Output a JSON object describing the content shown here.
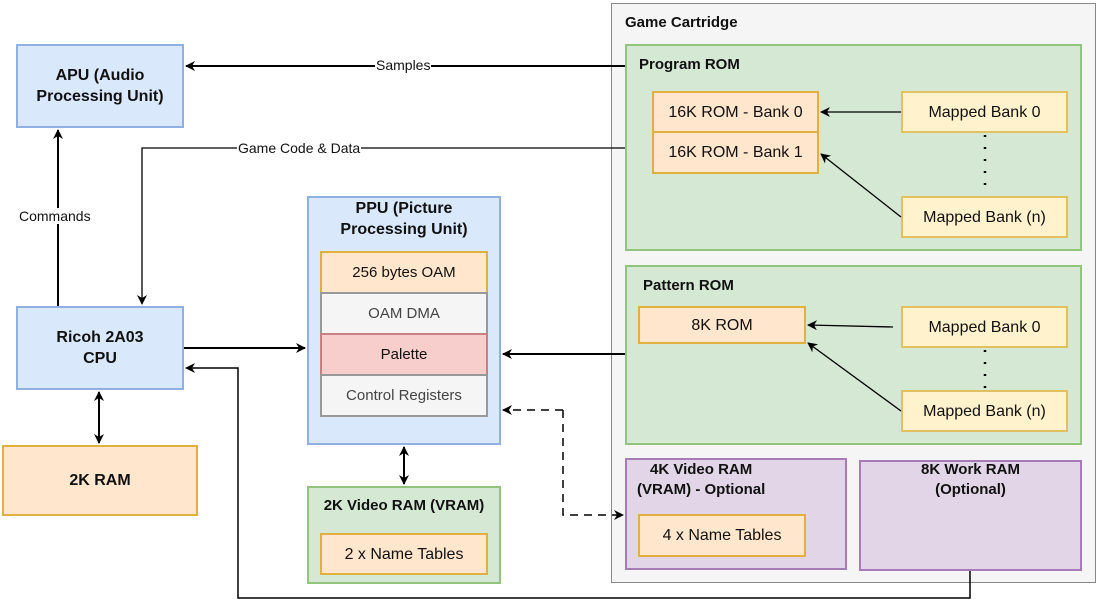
{
  "cartridge": {
    "title": "Game Cartridge",
    "program_rom": {
      "title": "Program ROM",
      "banks": [
        "16K ROM - Bank 0",
        "16K ROM - Bank 1"
      ],
      "mapped": [
        "Mapped Bank 0",
        "Mapped Bank (n)"
      ]
    },
    "pattern_rom": {
      "title": "Pattern ROM",
      "rom": "8K ROM",
      "mapped": [
        "Mapped Bank 0",
        "Mapped Bank (n)"
      ]
    },
    "vram": {
      "title_line1": "4K Video RAM",
      "title_line2": "(VRAM) - Optional",
      "tables": "4 x Name Tables"
    },
    "work_ram": {
      "title_line1": "8K Work RAM",
      "title_line2": "(Optional)"
    }
  },
  "apu": {
    "line1": "APU (Audio",
    "line2": "Processing Unit)"
  },
  "cpu": {
    "line1": "Ricoh 2A03",
    "line2": "CPU"
  },
  "ram": {
    "label": "2K RAM"
  },
  "ppu": {
    "line1": "PPU (Picture",
    "line2": "Processing Unit)",
    "rows": [
      "256 bytes OAM",
      "OAM DMA",
      "Palette",
      "Control Registers"
    ]
  },
  "vram2k": {
    "title": "2K Video RAM (VRAM)",
    "tables": "2 x Name Tables"
  },
  "edges": {
    "samples": "Samples",
    "game_code": "Game Code & Data",
    "commands": "Commands"
  }
}
